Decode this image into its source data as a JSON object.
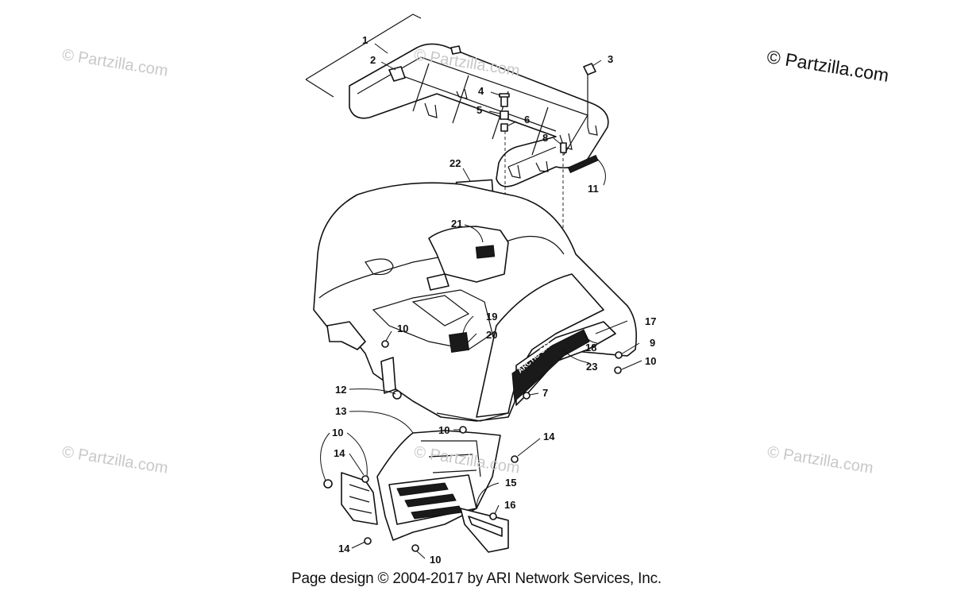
{
  "watermarks": {
    "small": "© Partzilla.com",
    "main": "© Partzilla.com"
  },
  "decals": {
    "fender_logo": "ARCTIC CAT"
  },
  "callouts": [
    "1",
    "2",
    "3",
    "4",
    "5",
    "6",
    "7",
    "8",
    "9",
    "10",
    "11",
    "12",
    "13",
    "14",
    "15",
    "16",
    "17",
    "18",
    "19",
    "20",
    "21",
    "22",
    "23",
    "10",
    "10",
    "10",
    "10",
    "14",
    "14",
    "14"
  ],
  "footer": "Page design © 2004-2017 by ARI Network Services, Inc."
}
